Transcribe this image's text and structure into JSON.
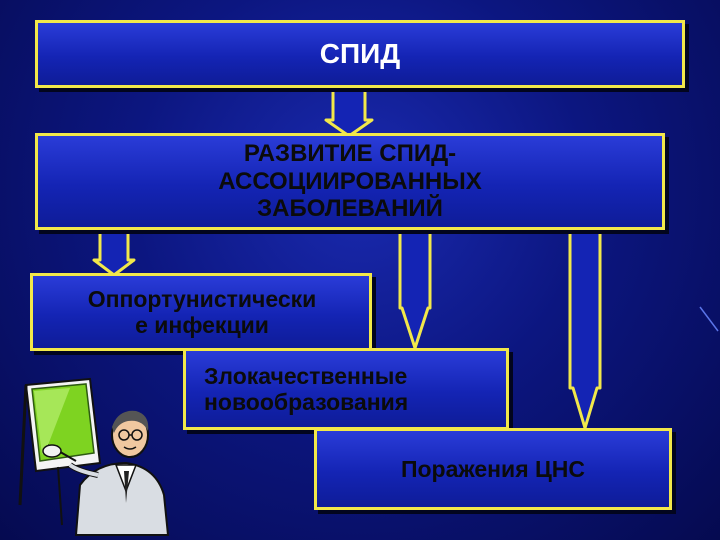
{
  "colors": {
    "background": "#0c1680",
    "box_fill": "#1a2ec8",
    "box_border": "#f2e84a",
    "top_text": "#ffffff",
    "body_text": "#0b0b0b"
  },
  "nodes": {
    "aids": "СПИД",
    "development": "РАЗВИТИЕ СПИД-\nАССОЦИИРОВАННЫХ\nЗАБОЛЕВАНИЙ",
    "opportunistic": "Оппортунистически\nе инфекции",
    "malignant": "Злокачественные\nновообразования",
    "cns": "Поражения ЦНС"
  },
  "edges": [
    {
      "from": "aids",
      "to": "development"
    },
    {
      "from": "development",
      "to": "opportunistic"
    },
    {
      "from": "development",
      "to": "malignant"
    },
    {
      "from": "development",
      "to": "cns"
    }
  ],
  "clipart": {
    "icon": "presenter-with-board-icon"
  }
}
